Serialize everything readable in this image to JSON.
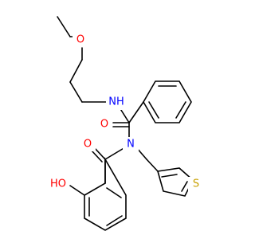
{
  "molecule": {
    "atom_labels": {
      "ether_o": "O",
      "amide1_nh": "NH",
      "amide1_o": "O",
      "amide2_n": "N",
      "amide2_o": "O",
      "phenol_oh": "HO",
      "thiophene_s": "S"
    },
    "colors": {
      "bond": "#000000",
      "oxygen": "#ff0000",
      "nitrogen": "#0000ff",
      "sulfur": "#c8a000"
    }
  }
}
